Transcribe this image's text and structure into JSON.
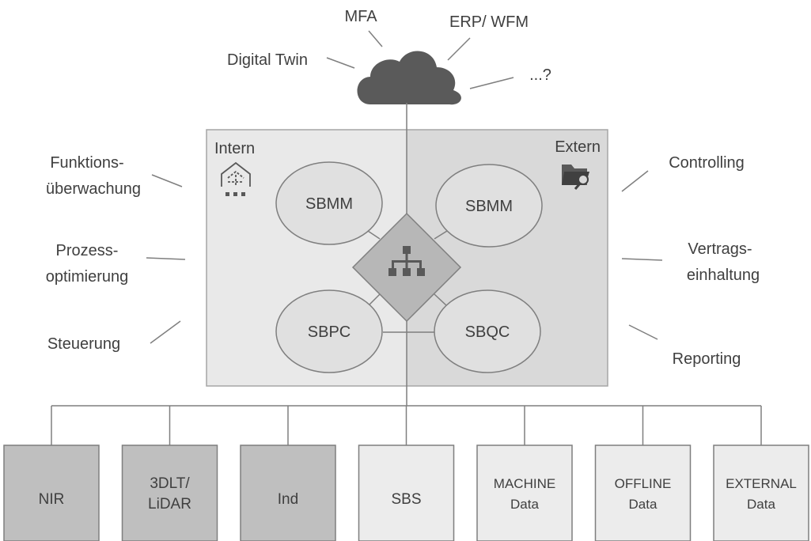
{
  "cloud": {
    "labels": {
      "mfa": "MFA",
      "erp_wfm": "ERP/ WFM",
      "digital_twin": "Digital Twin",
      "more": "...?"
    }
  },
  "panel": {
    "intern_label": "Intern",
    "extern_label": "Extern",
    "nodes": {
      "sbmm_left": "SBMM",
      "sbmm_right": "SBMM",
      "sbpc": "SBPC",
      "sbqc": "SBQC"
    }
  },
  "left_side": {
    "funktion_line1": "Funktions-",
    "funktion_line2": "überwachung",
    "prozess_line1": "Prozess-",
    "prozess_line2": "optimierung",
    "steuerung": "Steuerung"
  },
  "right_side": {
    "controlling": "Controlling",
    "vertrag_line1": "Vertrags-",
    "vertrag_line2": "einhaltung",
    "reporting": "Reporting"
  },
  "sources": [
    {
      "line1": "NIR",
      "line2": "",
      "fill": "#bfbfbf"
    },
    {
      "line1": "3DLT/",
      "line2": "LiDAR",
      "fill": "#bfbfbf"
    },
    {
      "line1": "Ind",
      "line2": "",
      "fill": "#bfbfbf"
    },
    {
      "line1": "SBS",
      "line2": "",
      "fill": "#ececec"
    },
    {
      "line1": "MACHINE",
      "line2": "Data",
      "fill": "#ececec"
    },
    {
      "line1": "OFFLINE",
      "line2": "Data",
      "fill": "#ececec"
    },
    {
      "line1": "EXTERNAL",
      "line2": "Data",
      "fill": "#ececec"
    }
  ],
  "colors": {
    "panel_left": "#e9e9e9",
    "panel_right": "#d9d9d9",
    "ellipse": "#e0e0e0",
    "diamond": "#b7b7b7",
    "cloud": "#5a5a5a",
    "icon": "#595959"
  }
}
